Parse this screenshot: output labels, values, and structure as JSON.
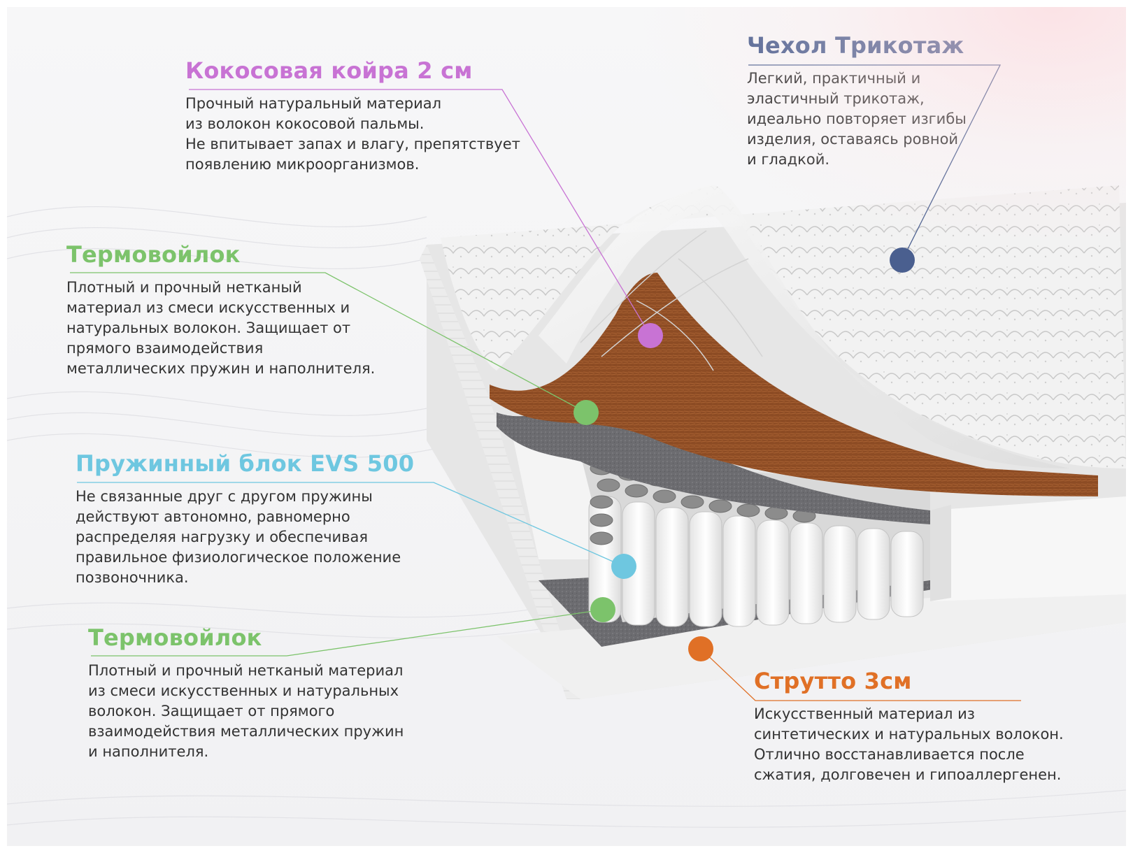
{
  "colors": {
    "coconut": "#c873d4",
    "felt": "#7cc36b",
    "springs": "#6ec7e0",
    "cover": "#4a5f8f",
    "strutto": "#e07026",
    "text": "#333333",
    "coconut_layer": "#8a4a22"
  },
  "callouts": {
    "coconut": {
      "heading": "Кокосовая койра 2 см",
      "lines": [
        "Прочный натуральный материал",
        "из волокон кокосовой пальмы.",
        "Не впитывает запах и влагу, препятствует",
        "появлению микроорганизмов."
      ]
    },
    "cover": {
      "heading": "Чехол Трикотаж",
      "lines": [
        "Легкий, практичный и",
        "эластичный трикотаж,",
        "идеально повторяет изгибы",
        "изделия, оставаясь ровной",
        "и гладкой."
      ]
    },
    "felt_top": {
      "heading": "Термовойлок",
      "lines": [
        "Плотный и прочный нетканый",
        "материал из смеси искусственных и",
        "натуральных волокон. Защищает от",
        "прямого взаимодействия",
        "металлических пружин и наполнителя."
      ]
    },
    "springs": {
      "heading": "Пружинный блок EVS 500",
      "lines": [
        "Не связанные друг с другом пружины",
        "действуют автономно, равномерно",
        "распределяя нагрузку и обеспечивая",
        "правильное физиологическое положение",
        "позвоночника."
      ]
    },
    "felt_bottom": {
      "heading": "Термовойлок",
      "lines": [
        "Плотный и прочный нетканый материал",
        "из смеси искусственных и натуральных",
        "волокон. Защищает от прямого",
        "взаимодействия металлических пружин",
        "и наполнителя."
      ]
    },
    "strutto": {
      "heading": "Струтто 3см",
      "lines": [
        "Искусственный материал из",
        "синтетических и натуральных волокон.",
        "Отлично восстанавливается после",
        "сжатия, долговечен и гипоаллергенен."
      ]
    }
  }
}
